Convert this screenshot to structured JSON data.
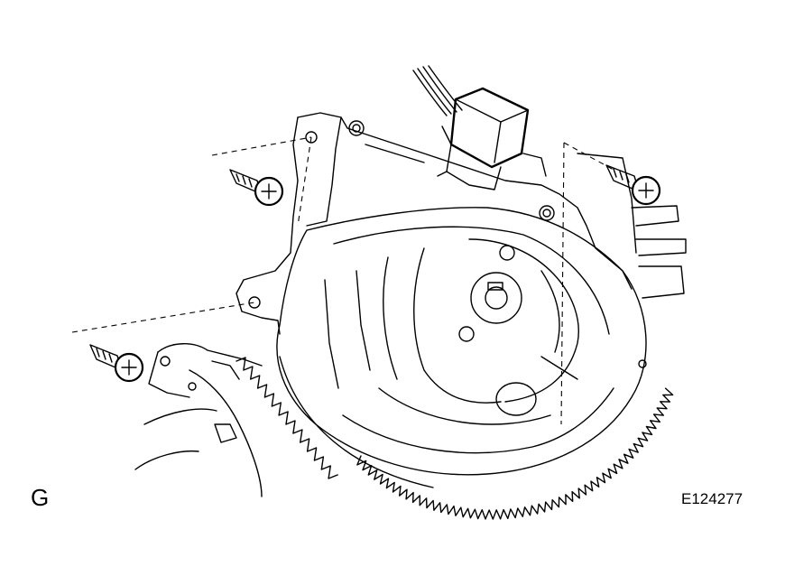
{
  "labels": {
    "view": "G",
    "figure_id": "E124277"
  },
  "parts": {
    "screws": [
      "screw-top-left",
      "screw-top-right",
      "screw-bottom-left"
    ]
  }
}
